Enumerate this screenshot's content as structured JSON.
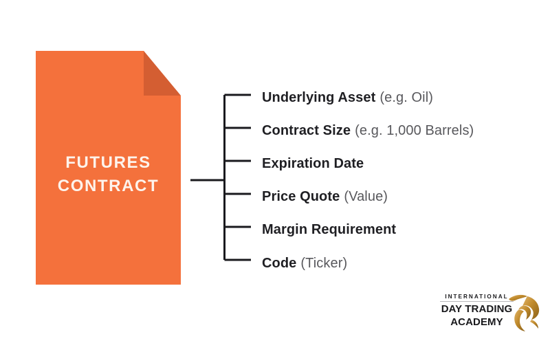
{
  "diagram": {
    "node": {
      "title_line_1": "FUTURES",
      "title_line_2": "CONTRACT",
      "fill_color": "#F4713C",
      "fold_color": "#D45E32",
      "text_color": "#FDF3EC"
    },
    "connector": {
      "line_color": "#1A1A1E",
      "branch_count": 6
    },
    "items": [
      {
        "label": "Underlying Asset",
        "note": "(e.g. Oil)"
      },
      {
        "label": "Contract Size",
        "note": "(e.g. 1,000 Barrels)"
      },
      {
        "label": "Expiration Date",
        "note": ""
      },
      {
        "label": "Price Quote",
        "note": "(Value)"
      },
      {
        "label": "Margin Requirement",
        "note": ""
      },
      {
        "label": "Code",
        "note": "(Ticker)"
      }
    ],
    "item_label_color": "#1F1F23",
    "item_note_color": "#58585C"
  },
  "logo": {
    "line_1": "INTERNATIONAL",
    "line_2": "DAY TRADING",
    "line_3": "ACADEMY",
    "mark_name": "bull-head-mark",
    "mark_color": "#C8952F",
    "text_color": "#19191C"
  }
}
